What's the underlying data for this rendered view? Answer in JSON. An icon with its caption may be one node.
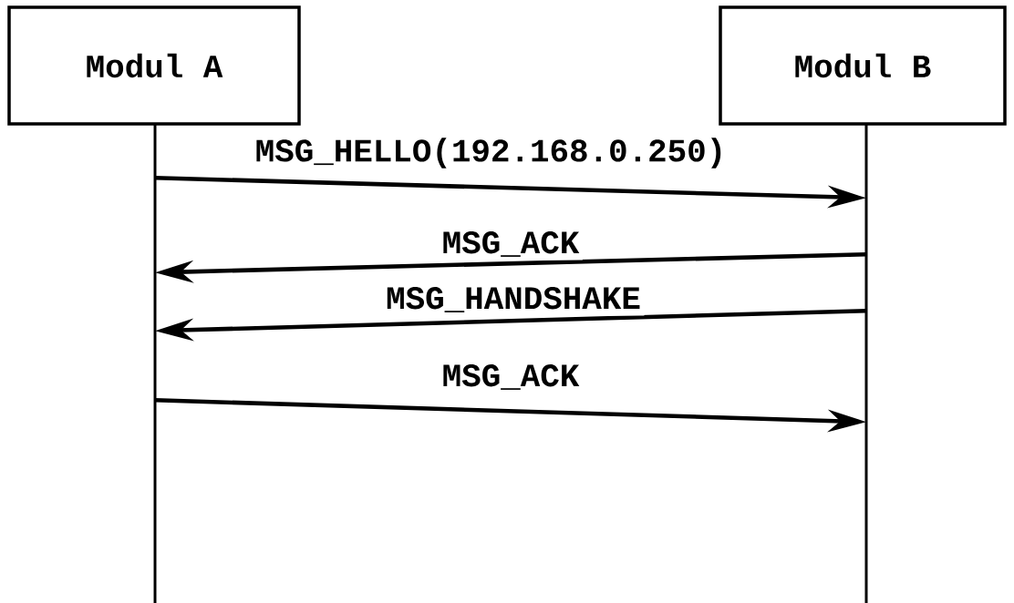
{
  "diagram": {
    "nodes": [
      {
        "text": [
          "Modul A"
        ]
      },
      {
        "text": [
          "Modul B"
        ]
      },
      {
        "text": [],
        "shape": "bar"
      },
      {
        "text": [],
        "shape": "bar"
      }
    ],
    "edges": [
      {
        "from": 2,
        "to": 3,
        "arrow": "to",
        "label": "MSG_HELLO(192.168.0.250)"
      },
      {
        "from": 3,
        "to": 2,
        "arrow": "to",
        "label": "MSG_ACK"
      },
      {
        "from": 3,
        "to": 2,
        "arrow": "to",
        "label": "MSG_HANDSHAKE"
      },
      {
        "from": 2,
        "to": 3,
        "arrow": "to",
        "label": "MSG_ACK"
      }
    ]
  }
}
